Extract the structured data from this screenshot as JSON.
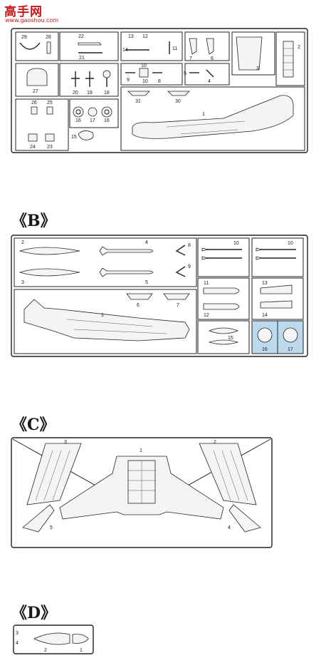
{
  "watermark": {
    "title": "高手网",
    "url": "www.gaoshou.com"
  },
  "sections": [
    {
      "id": "A",
      "label": ""
    },
    {
      "id": "B",
      "label": "《B》"
    },
    {
      "id": "C",
      "label": "《C》"
    },
    {
      "id": "D",
      "label": "《D》"
    }
  ],
  "sprue_a": {
    "part_numbers": [
      "29",
      "28",
      "22",
      "21",
      "13",
      "12",
      "14",
      "11",
      "7",
      "6",
      "3",
      "2",
      "27",
      "20",
      "19",
      "18",
      "10",
      "9",
      "10",
      "8",
      "5",
      "4",
      "26",
      "25",
      "16",
      "17",
      "16",
      "31",
      "30",
      "1",
      "24",
      "23",
      "15"
    ]
  },
  "sprue_b": {
    "part_numbers": [
      "2",
      "3",
      "4",
      "5",
      "8",
      "9",
      "1",
      "6",
      "7",
      "10",
      "10",
      "11",
      "12",
      "13",
      "14",
      "15",
      "16",
      "17"
    ],
    "highlighted_part": "16",
    "highlight_color": "#bcd9ee"
  },
  "sprue_c": {
    "part_numbers": [
      "3",
      "2",
      "1",
      "5",
      "4"
    ]
  },
  "sprue_d": {
    "part_numbers": [
      "3",
      "4",
      "2",
      "1"
    ]
  }
}
